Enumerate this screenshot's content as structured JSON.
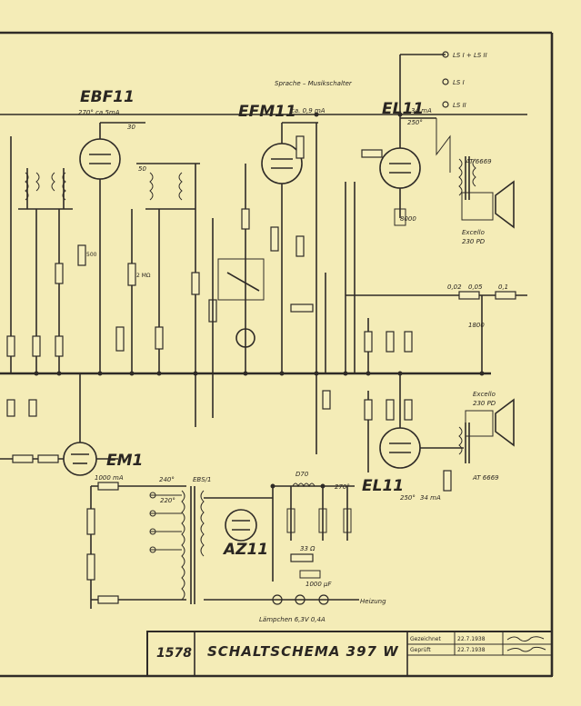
{
  "tubes": {
    "ebf11": "EBF11",
    "efm11": "EFM11",
    "el11_top": "EL11",
    "el11_bottom": "EL11",
    "em1": "EM1",
    "az11": "AZ11",
    "ebs": "EBS/1"
  },
  "labels": {
    "switch": "Sprache – Musikschalter",
    "ls1": "LS I + LS II",
    "ls2": "LS I",
    "ls3": "LS II",
    "excello_top": "Excello",
    "excello_top_sub": "230 PD",
    "excello_bottom": "Excello",
    "excello_bottom_sub": "230 PD",
    "at_top": "AT 6669",
    "at_bottom": "AT 6669",
    "heizung": "Heizung",
    "lampchen": "Lämpchen 6,3V 0,4A",
    "d70": "D70",
    "v250": "250°",
    "v270": "270°",
    "v240": "240°",
    "v220": "220°",
    "v2mhz": "2 MΩ",
    "ma34": "34 mA",
    "ma1000": "1000 mA",
    "ebf_volt": "270° ca.5mA",
    "efm_volt": "ca. 0,9 mA",
    "r33": "33 Ω",
    "c1000uf": "1000 µF",
    "c0_02": "0,02",
    "c0_05": "0,05",
    "c0_1": "0,1",
    "r30": "30",
    "r50": "50",
    "r500": "500",
    "c1800": "1800",
    "c8000": "8000"
  },
  "title_block": {
    "number": "1578",
    "title": "SCHALTSCHEMA   397 W",
    "gezeichnet_label": "Gezeichnet",
    "gezeichnet_date": "22.7.1938",
    "geprueft_label": "Geprüft",
    "geprueft_date": "22.7.1938"
  },
  "colors": {
    "paper": "#f4ecb7",
    "ink": "#2f2b27"
  }
}
